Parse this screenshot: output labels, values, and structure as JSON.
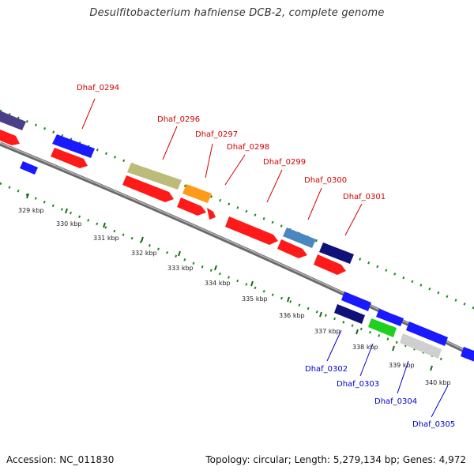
{
  "title": "Desulfitobacterium hafniense DCB-2, complete genome",
  "footer": {
    "accession": "Accession: NC_011830",
    "stats": "Topology: circular; Length: 5,279,134 bp; Genes: 4,972"
  },
  "ticks": [
    "329 kbp",
    "330 kbp",
    "331 kbp",
    "332 kbp",
    "333 kbp",
    "334 kbp",
    "335 kbp",
    "336 kbp",
    "337 kbp",
    "338 kbp",
    "339 kbp",
    "340 kbp"
  ],
  "gene_labels_top": [
    "Dhaf_0294",
    "Dhaf_0296",
    "Dhaf_0297",
    "Dhaf_0298",
    "Dhaf_0299",
    "Dhaf_0300",
    "Dhaf_0301"
  ],
  "gene_labels_bottom": [
    "Dhaf_0302",
    "Dhaf_0303",
    "Dhaf_0304",
    "Dhaf_0305"
  ],
  "colors": {
    "backbone": "#8c8c8c",
    "gc_track": "#1a8a1a",
    "label_top": "#d40000",
    "label_bottom": "#0000cc",
    "cds_red": "#ff1a1a",
    "cds_blue": "#1a1aff",
    "navy": "#10107a",
    "purple": "#4b3f8a",
    "olive": "#bdbb7a",
    "orange": "#ff9a1a",
    "steelblue": "#4a86c0",
    "green": "#1fd01f",
    "silver": "#cfcfcf"
  }
}
